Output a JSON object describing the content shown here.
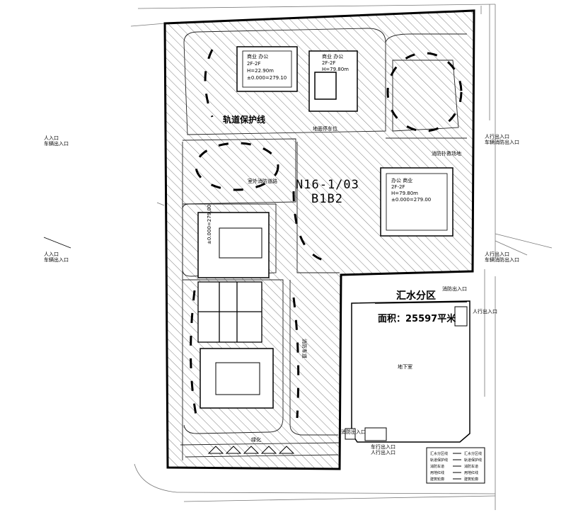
{
  "plot": {
    "code": "N16-1/03",
    "zone": "B1B2",
    "rail_protection_label": "轨道保护线"
  },
  "district": {
    "name": "汇水分区",
    "area_label": "面积：25597平米"
  },
  "buildings": {
    "b1": {
      "line1": "商业 办公",
      "line2": "2F-2F",
      "line3": "H=22.90m",
      "line4": "±0.000=279.10"
    },
    "b2": {
      "line1": "商业 办公",
      "line2": "2F-2F",
      "line3": "H=79.80m"
    },
    "b3": {
      "line1": "办公 商业",
      "line2": "2F-2F",
      "line3": "H=79.80m",
      "line4": "±0.000=279.00"
    },
    "b4": {
      "line1": "±0.000=279.00"
    },
    "big_block": {
      "label": "地下室"
    }
  },
  "entrances": {
    "left_top": {
      "line1": "人入口",
      "line2": "车辆出入口"
    },
    "left_mid": {
      "line1": "人入口",
      "line2": "车辆出入口"
    },
    "right_top": {
      "line1": "人行出入口",
      "line2": "车辆消防出入口"
    },
    "right_mid": {
      "line1": "人行出入口",
      "line2": "车辆消防出入口"
    },
    "block_top": {
      "label": "消防出入口"
    },
    "block_right": {
      "label": "人行出入口"
    },
    "block_bottom": {
      "label": "消防出入口"
    },
    "bottom": {
      "line1": "车行出入口",
      "line2": "人行出入口"
    }
  },
  "small_notes": {
    "parking": "地面停车位",
    "fire_access": "消防扑救场地",
    "entry_road": "室外消防道路",
    "green": "绿化",
    "fire_lane": "消防车道"
  },
  "legend": {
    "rows": [
      {
        "name": "汇水分区线",
        "desc": "汇水分区线"
      },
      {
        "name": "轨道保护线",
        "desc": "轨道保护线"
      },
      {
        "name": "消防车道",
        "desc": "消防车道"
      },
      {
        "name": "用地红线",
        "desc": "用地红线"
      },
      {
        "name": "建筑轮廓",
        "desc": "建筑轮廓"
      }
    ]
  }
}
